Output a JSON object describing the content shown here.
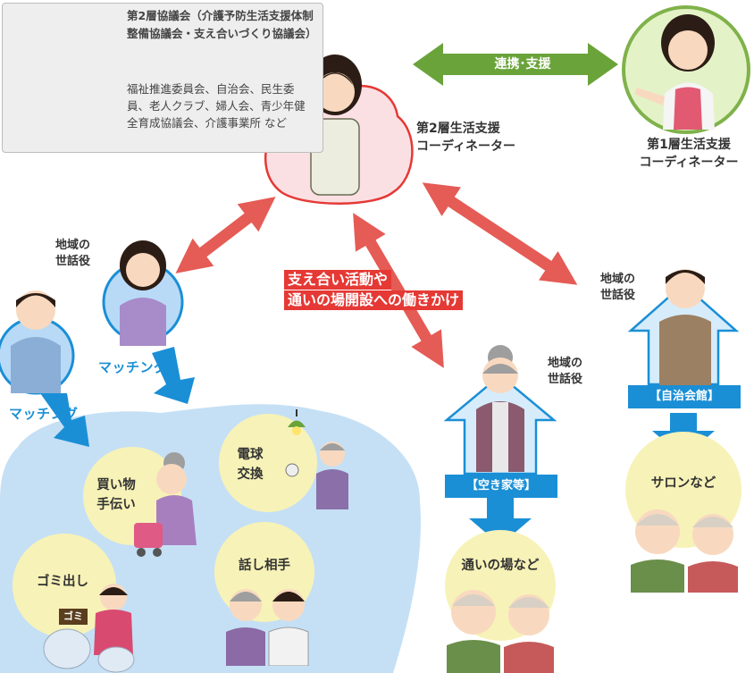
{
  "council": {
    "title": "第2層協議会（介護予防生活支援体制整備協議会・支え合いづくり協議会）",
    "members": "福祉推進委員会、自治会、民生委員、老人クラブ、婦人会、青少年健全育成協議会、介護事業所 など"
  },
  "link_label": "連携･支援",
  "coordinator2_label": [
    "第2層生活支援",
    "コーディネーター"
  ],
  "coordinator1_label": [
    "第1層生活支援",
    "コーディネーター"
  ],
  "caption": [
    "支え合い活動や",
    "通いの場開設への働きかけ"
  ],
  "caretaker_label": [
    "地域の",
    "世話役"
  ],
  "matching_label": "マッチング",
  "activities": {
    "shopping": [
      "買い物",
      "手伝い"
    ],
    "bulb": [
      "電球",
      "交換"
    ],
    "garbage": "ゴミ出し",
    "talk": "話し相手",
    "garbage_sign": "ゴミ"
  },
  "vacant_house": "【空き家等】",
  "community_hall": "【自治会館】",
  "kayoi": "通いの場など",
  "salon": "サロンなど",
  "colors": {
    "arrow_green": "#6aa33a",
    "arrow_red": "#e55b55",
    "arrow_blue": "#1a8fd6",
    "cloud": "#c5e0f5",
    "activity_circle": "#f7f2b7"
  }
}
